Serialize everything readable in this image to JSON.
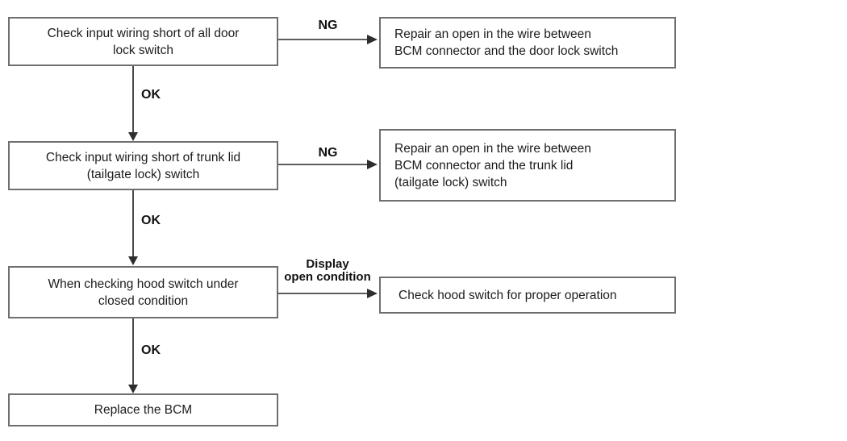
{
  "flowchart": {
    "nodes": {
      "step1": {
        "lines": [
          "Check input wiring short of all door",
          "lock switch"
        ]
      },
      "repair1": {
        "lines": [
          "Repair an open in the wire between",
          "BCM connector and the door lock switch"
        ]
      },
      "step2": {
        "lines": [
          "Check input wiring short of trunk lid",
          "(tailgate lock) switch"
        ]
      },
      "repair2": {
        "lines": [
          "Repair an open in the wire between",
          "BCM connector and the trunk lid",
          "(tailgate lock) switch"
        ]
      },
      "step3": {
        "lines": [
          "When checking hood switch under",
          "closed condition"
        ]
      },
      "action3": {
        "lines": [
          "Check hood switch for proper operation"
        ]
      },
      "step4": {
        "lines": [
          "Replace the BCM"
        ]
      }
    },
    "edge_labels": {
      "ng1": "NG",
      "ng2": "NG",
      "ok1": "OK",
      "ok2": "OK",
      "ok3": "OK",
      "display_line1": "Display",
      "display_line2": "open condition"
    },
    "colors": {
      "background": "#ffffff",
      "box_border": "#6f6f6f",
      "connector_line": "#555555",
      "arrowhead": "#2e2e2e",
      "text": "#1c1c1c",
      "label_text": "#111111"
    }
  }
}
